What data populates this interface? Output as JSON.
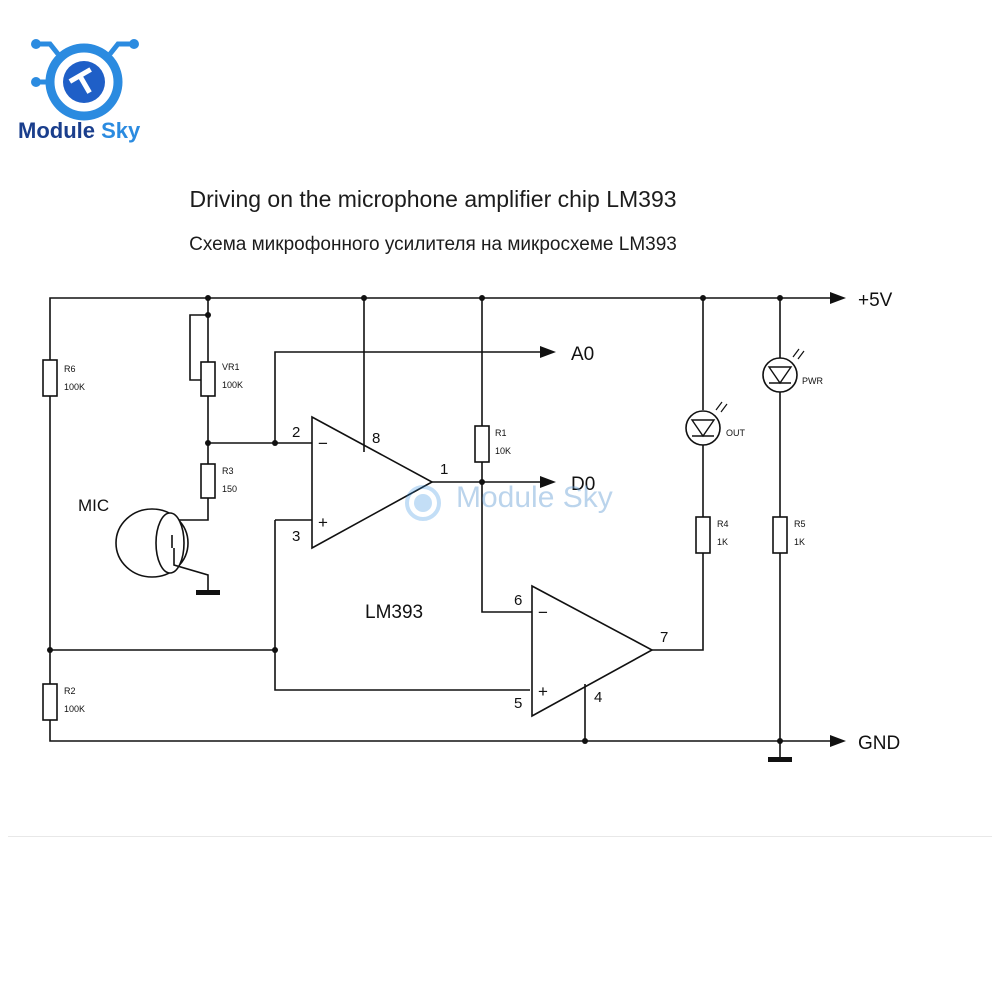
{
  "brand": {
    "word1": "Module",
    "word2": "Sky",
    "watermark": "Module Sky"
  },
  "title": "Driving on the microphone amplifier chip LM393",
  "subtitle": "Схема микрофонного усилителя на микросхеме LM393",
  "chip": "LM393",
  "rails": {
    "vcc": "+5V",
    "gnd": "GND"
  },
  "outputs": {
    "analog": "A0",
    "digital": "D0"
  },
  "mic": "MIC",
  "components": {
    "r6": {
      "ref": "R6",
      "value": "100K"
    },
    "vr1": {
      "ref": "VR1",
      "value": "100K"
    },
    "r3": {
      "ref": "R3",
      "value": "150"
    },
    "r1": {
      "ref": "R1",
      "value": "10K"
    },
    "r2": {
      "ref": "R2",
      "value": "100K"
    },
    "r4": {
      "ref": "R4",
      "value": "1K"
    },
    "r5": {
      "ref": "R5",
      "value": "1K"
    },
    "led_out": "OUT",
    "led_pwr": "PWR"
  },
  "pins": {
    "p1": "1",
    "p2": "2",
    "p3": "3",
    "p4": "4",
    "p5": "5",
    "p6": "6",
    "p7": "7",
    "p8": "8",
    "minus": "−",
    "plus": "+"
  },
  "colors": {
    "logo_dark": "#1a3e8c",
    "logo_light": "#2b8be0",
    "wire": "#111111"
  }
}
